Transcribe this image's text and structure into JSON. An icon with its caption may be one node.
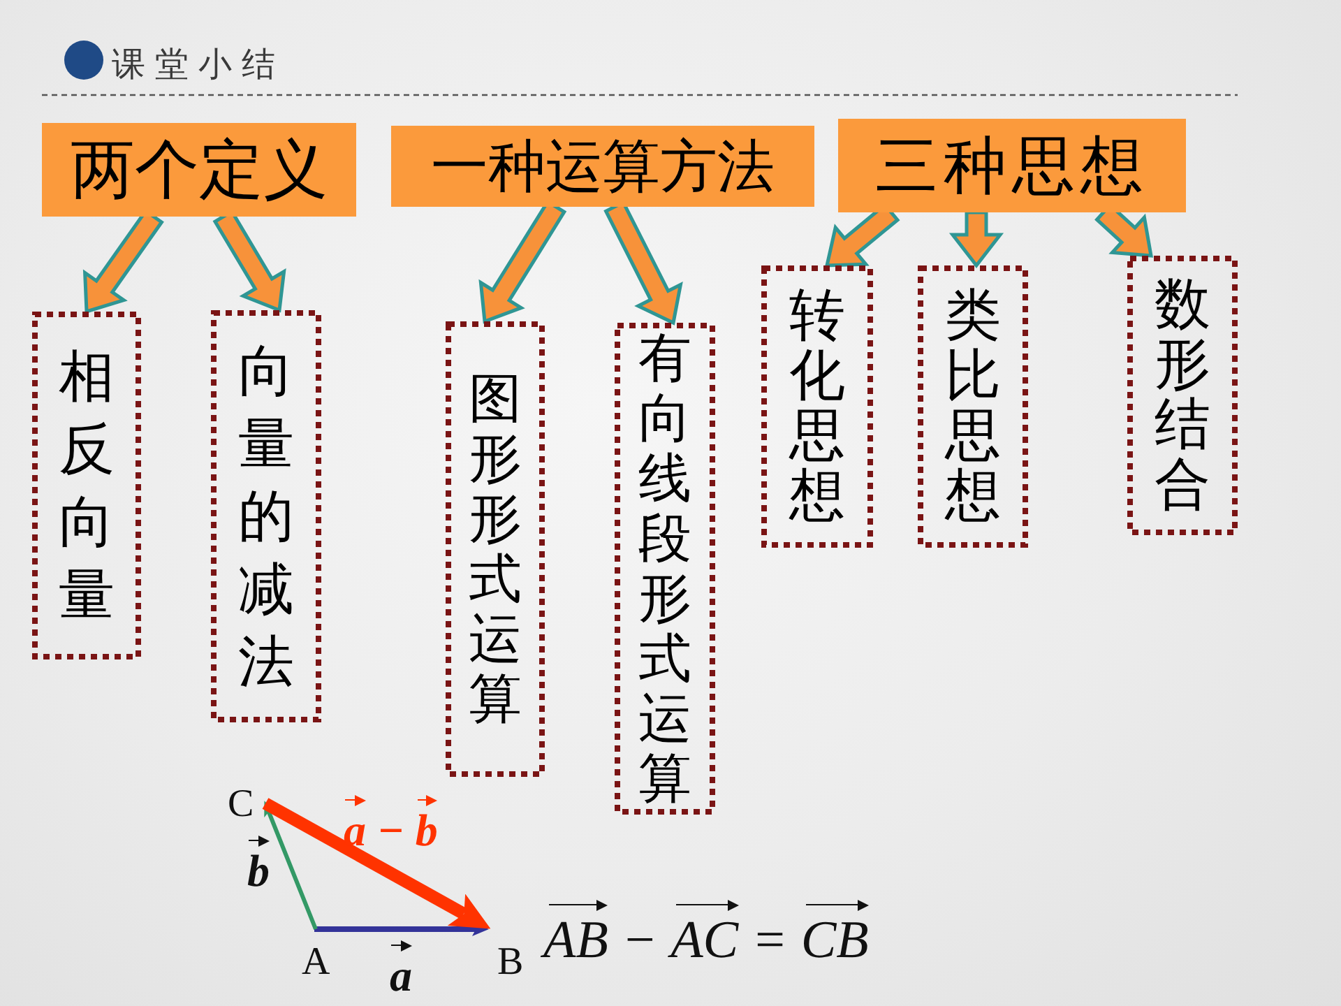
{
  "diagram": {
    "title": "课堂小结",
    "nodes": [
      {
        "text": [
          "两个定义"
        ]
      },
      {
        "text": [
          "一种运算方法"
        ]
      },
      {
        "text": [
          "三种思想"
        ]
      },
      {
        "text": [
          "相反向量"
        ]
      },
      {
        "text": [
          "向量的减法"
        ]
      },
      {
        "text": [
          "图形形式运算"
        ]
      },
      {
        "text": [
          "有向线段形式运算"
        ]
      },
      {
        "text": [
          "转化思想"
        ]
      },
      {
        "text": [
          "类比思想"
        ]
      },
      {
        "text": [
          "数形结合"
        ]
      }
    ],
    "edges": [
      {
        "from": 0,
        "to": 3,
        "arrow": "to"
      },
      {
        "from": 0,
        "to": 4,
        "arrow": "to"
      },
      {
        "from": 1,
        "to": 5,
        "arrow": "to"
      },
      {
        "from": 1,
        "to": 6,
        "arrow": "to"
      },
      {
        "from": 2,
        "to": 7,
        "arrow": "to"
      },
      {
        "from": 2,
        "to": 8,
        "arrow": "to"
      },
      {
        "from": 2,
        "to": 9,
        "arrow": "to"
      }
    ],
    "labels": [
      "C",
      "a − b",
      "b",
      "A",
      "a",
      "B",
      "AB − AC = CB"
    ]
  }
}
